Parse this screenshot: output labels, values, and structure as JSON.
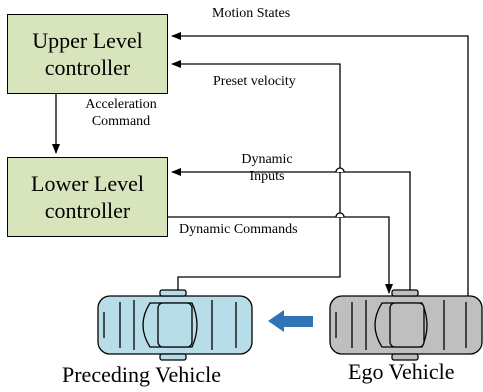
{
  "upper_controller": {
    "line1": "Upper Level",
    "line2": "controller"
  },
  "lower_controller": {
    "line1": "Lower Level",
    "line2": "controller"
  },
  "labels": {
    "motion_states": "Motion States",
    "preset_velocity": "Preset velocity",
    "acceleration_line1": "Acceleration",
    "acceleration_line2": "Command",
    "dynamic_inputs_line1": "Dynamic",
    "dynamic_inputs_line2": "Inputs",
    "dynamic_commands": "Dynamic Commands"
  },
  "vehicles": {
    "preceding": "Preceding Vehicle",
    "ego": "Ego Vehicle"
  },
  "colors": {
    "controller_fill": "#d8e4bc",
    "preceding_car": "#b7dde8",
    "ego_car": "#bfbfbf",
    "direction_arrow": "#2e75b6"
  }
}
